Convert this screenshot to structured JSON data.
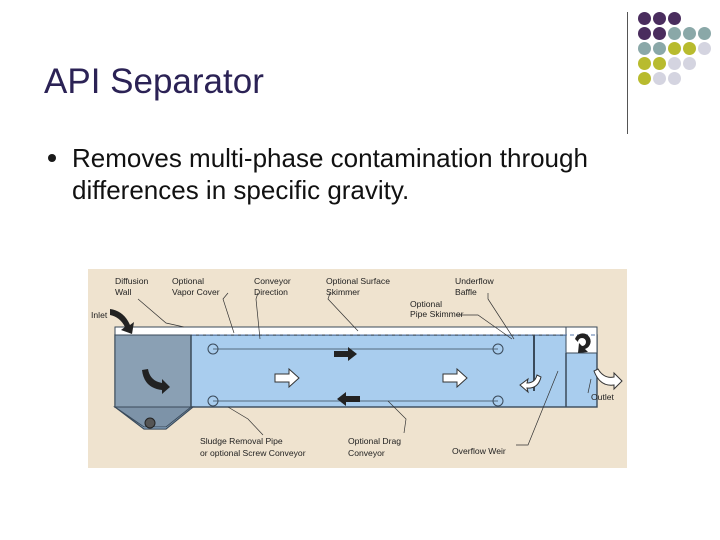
{
  "slide": {
    "title": "API Separator",
    "bullet_text": "Removes multi-phase contamination through differences in specific gravity."
  },
  "decoration": {
    "dot_colors": {
      "purple": "#4a2d5e",
      "teal": "#8aa8a8",
      "olive": "#b8bb2e",
      "lavender": "#d4d4e0"
    },
    "grid": [
      [
        "purple",
        "purple",
        "purple",
        "",
        ""
      ],
      [
        "purple",
        "purple",
        "teal",
        "teal",
        "teal"
      ],
      [
        "teal",
        "teal",
        "olive",
        "olive",
        "lavender"
      ],
      [
        "olive",
        "olive",
        "lavender",
        "lavender",
        ""
      ],
      [
        "olive",
        "lavender",
        "lavender",
        "",
        ""
      ]
    ]
  },
  "diagram": {
    "background": "#efe3cf",
    "water_color": "#a9cdee",
    "labels": {
      "diffusion_wall_1": "Diffusion",
      "diffusion_wall_2": "Wall",
      "vapor_cover_1": "Optional",
      "vapor_cover_2": "Vapor Cover",
      "conveyor_1": "Conveyor",
      "conveyor_2": "Direction",
      "surface_skimmer_1": "Optional Surface",
      "surface_skimmer_2": "Skimmer",
      "underflow_1": "Underflow",
      "underflow_2": "Baffle",
      "pipe_skimmer_1": "Optional",
      "pipe_skimmer_2": "Pipe Skimmer",
      "inlet": "Inlet",
      "outlet": "Outlet",
      "sludge_1": "Sludge Removal Pipe",
      "sludge_2": "or optional Screw Conveyor",
      "drag_conveyor_1": "Optional Drag",
      "drag_conveyor_2": "Conveyor",
      "overflow_weir": "Overflow Weir"
    }
  }
}
